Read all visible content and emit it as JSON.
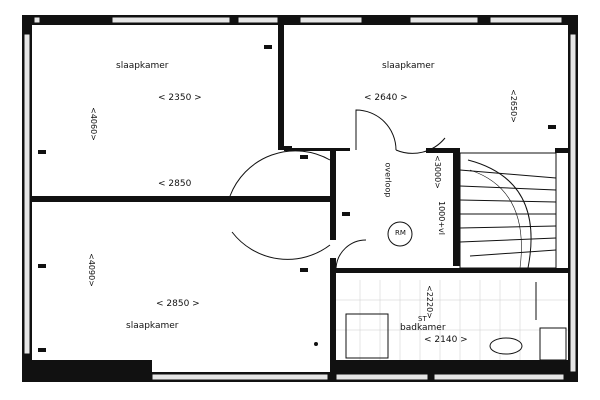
{
  "rooms": {
    "top_left": {
      "name": "slaapkamer",
      "width_dim": "< 2350 >",
      "depth_dim": "<4060>"
    },
    "top_right": {
      "name": "slaapkamer",
      "width_dim": "< 2640 >",
      "depth_dim": "<2650>"
    },
    "bottom_left": {
      "name": "slaapkamer",
      "width_dim": "< 2850 >",
      "depth_dim": "<4090>"
    },
    "hall": {
      "name": "overloop",
      "depth_dim": "<3000>",
      "upper_width_dim": "< 2850",
      "ceiling_dim": "1000+vl",
      "meter_label": "RM"
    },
    "bathroom": {
      "name": "badkamer",
      "width_dim": "< 2140 >",
      "depth_dim": "<2220>",
      "tag": "ST"
    }
  },
  "colors": {
    "wall": "#111111",
    "window_fill": "#e6e6e6",
    "paper": "#ffffff"
  }
}
